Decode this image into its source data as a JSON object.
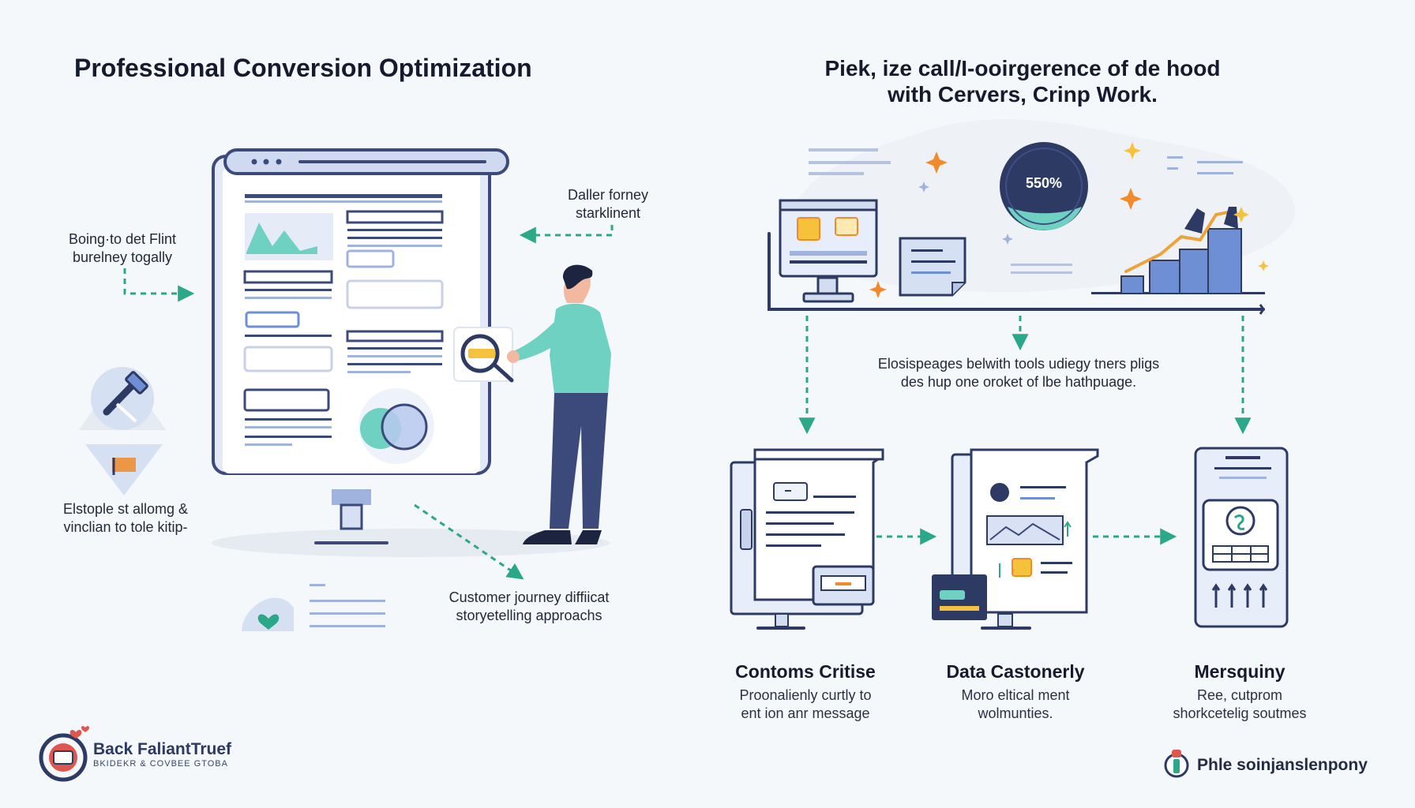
{
  "left": {
    "title": "Professional Conversion Optimization",
    "label_top_left": [
      "Boing·to det Flint",
      "burelney togally"
    ],
    "label_top_right": [
      "Daller forney",
      "starklinent"
    ],
    "label_mid_left": [
      "Elstople st allomg &",
      "vinclian to tole kitip-"
    ],
    "label_bottom": [
      "Customer journey diffiicat",
      "storyetelling approachs"
    ]
  },
  "right": {
    "title": [
      "Piek, ize call/I-ooirgerence of de hood",
      "with Cervers, Crinp Work."
    ],
    "badge": "550%",
    "middle_text": [
      "Elosispeages belwith tools udiegy tners pligs",
      "des hup one oroket of lbe hathpuage."
    ],
    "steps": [
      {
        "title": "Contoms Critise",
        "desc": [
          "Proonalienly curtly to",
          "ent ion anr message"
        ]
      },
      {
        "title": "Data Castonerly",
        "desc": [
          "Moro eltical ment",
          "wolmunties."
        ]
      },
      {
        "title": "Mersquiny",
        "desc": [
          "Ree, cutprom",
          "shorkcetelig soutmes"
        ]
      }
    ]
  },
  "footer": {
    "logo_name": "Back FaliantTruef",
    "logo_tag": "BKIDEKR & COVBEE GTOBA",
    "brand_right": "Phle soinjanslenpony"
  },
  "colors": {
    "navy": "#2d3a64",
    "teal": "#2aa889",
    "mint": "#6fd1c1",
    "blue": "#6f8fd4",
    "orange": "#f08a2a",
    "yellow": "#f6c23c"
  },
  "icons": [
    "browser-window",
    "person-pointing",
    "magnifier-icon",
    "hammer-icon",
    "flag-icon",
    "heart-shield-icon",
    "star-sparkle-icon",
    "bar-chart-icon",
    "document-icon",
    "monitor-icon",
    "tablet-icon",
    "phone-icon",
    "logo-icon",
    "bulb-icon"
  ]
}
